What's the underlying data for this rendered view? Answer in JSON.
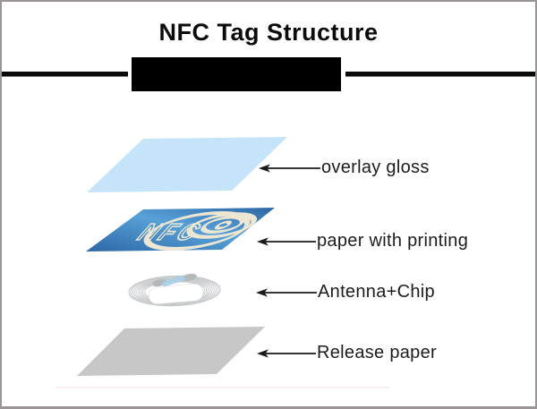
{
  "header": {
    "title": "NFC Tag Structure"
  },
  "diagram": {
    "arrow_color": "#1a1a1a",
    "divider_color": "#0a0a0a",
    "redaction_color": "#000000",
    "layers": [
      {
        "name": "overlay gloss",
        "fill": "#c6e4f9"
      },
      {
        "name": "paper with printing",
        "fill_light": "#58a1d9",
        "fill_dark": "#2b67a5",
        "logo_text": "NFC",
        "logo_color": "#ece6d2"
      },
      {
        "name": "Antenna+Chip",
        "coil_color": "#c5c8ca",
        "inner_fill": "#ffffff",
        "chip_color": "#a9cfe8",
        "pad_color": "#b3b8bb"
      },
      {
        "name": "Release paper",
        "fill": "#c7c7c7"
      }
    ]
  }
}
